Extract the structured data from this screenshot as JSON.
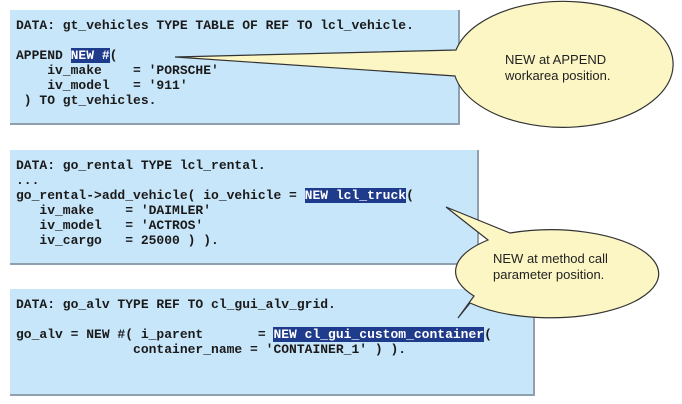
{
  "colors": {
    "code_background": "#c8e6fa",
    "highlight_background": "#1f3b8c",
    "callout_fill": "#fbf6c4"
  },
  "code_blocks": [
    {
      "lines": [
        {
          "segments": [
            {
              "text": "DATA: gt_vehicles TYPE TABLE OF REF TO lcl_vehicle."
            }
          ]
        },
        {
          "segments": [
            {
              "text": ""
            }
          ]
        },
        {
          "segments": [
            {
              "text": "APPEND "
            },
            {
              "text": "NEW #",
              "highlight": true
            },
            {
              "text": "("
            }
          ]
        },
        {
          "segments": [
            {
              "text": "    iv_make    = 'PORSCHE'"
            }
          ]
        },
        {
          "segments": [
            {
              "text": "    iv_model   = '911'"
            }
          ]
        },
        {
          "segments": [
            {
              "text": " ) TO gt_vehicles."
            }
          ]
        }
      ]
    },
    {
      "lines": [
        {
          "segments": [
            {
              "text": "DATA: go_rental TYPE lcl_rental."
            }
          ]
        },
        {
          "segments": [
            {
              "text": "..."
            }
          ]
        },
        {
          "segments": [
            {
              "text": "go_rental->add_vehicle( io_vehicle = "
            },
            {
              "text": "NEW lcl_truck",
              "highlight": true
            },
            {
              "text": "("
            }
          ]
        },
        {
          "segments": [
            {
              "text": "   iv_make    = 'DAIMLER'"
            }
          ]
        },
        {
          "segments": [
            {
              "text": "   iv_model   = 'ACTROS'"
            }
          ]
        },
        {
          "segments": [
            {
              "text": "   iv_cargo   = 25000 ) )."
            }
          ]
        }
      ]
    },
    {
      "lines": [
        {
          "segments": [
            {
              "text": "DATA: go_alv TYPE REF TO cl_gui_alv_grid."
            }
          ]
        },
        {
          "segments": [
            {
              "text": ""
            }
          ]
        },
        {
          "segments": [
            {
              "text": "go_alv = NEW #( i_parent       = "
            },
            {
              "text": "NEW cl_gui_custom_container",
              "highlight": true
            },
            {
              "text": "("
            }
          ]
        },
        {
          "segments": [
            {
              "text": "               container_name = 'CONTAINER_1' ) )."
            }
          ]
        }
      ]
    }
  ],
  "callouts": [
    {
      "line1": "NEW at APPEND",
      "line2": "workarea position."
    },
    {
      "line1": "NEW at method call",
      "line2": "parameter position."
    }
  ]
}
